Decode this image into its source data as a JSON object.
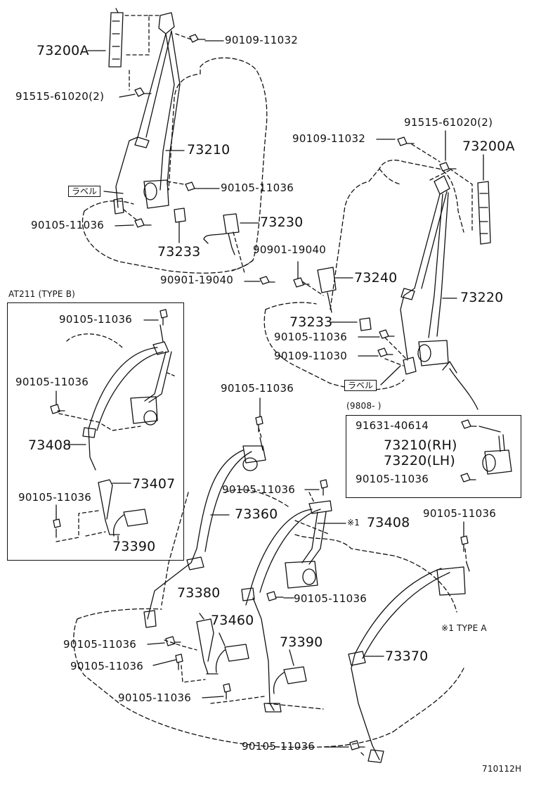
{
  "diagram": {
    "figure_code": "710112H",
    "note_type_a": "※1 TYPE A",
    "panel_b_title": "AT211 (TYPE B)",
    "panel_date": "(9808-    )",
    "label_tag": "ラベル",
    "top_left_seat": {
      "p_73200A": "73200A",
      "p_90109_11032": "90109-11032",
      "p_91515_61020_2": "91515-61020(2)",
      "p_73210": "73210",
      "p_90105_11036_a": "90105-11036",
      "p_90105_11036_b": "90105-11036",
      "p_73230": "73230",
      "p_73233": "73233",
      "p_90901_19040": "90901-19040"
    },
    "top_right_seat": {
      "p_91515_61020_2": "91515-61020(2)",
      "p_90109_11032": "90109-11032",
      "p_73200A": "73200A",
      "p_90901_19040": "90901-19040",
      "p_73240": "73240",
      "p_73220": "73220",
      "p_73233": "73233",
      "p_90105_11036": "90105-11036",
      "p_90109_11030": "90109-11030"
    },
    "detail_box": {
      "p_91631_40614": "91631-40614",
      "p_73210_rh": "73210(RH)",
      "p_73220_lh": "73220(LH)",
      "p_90105_11036": "90105-11036"
    },
    "type_b_panel": {
      "p_90105_11036_a": "90105-11036",
      "p_90105_11036_b": "90105-11036",
      "p_73408": "73408",
      "p_73407": "73407",
      "p_90105_11036_c": "90105-11036",
      "p_73390": "73390"
    },
    "rear_seat": {
      "p_90105_11036_top": "90105-11036",
      "p_90105_11036_mid": "90105-11036",
      "p_73360": "73360",
      "p_73408": "73408",
      "p_73408_mark": "※1",
      "p_90105_11036_right": "90105-11036",
      "p_73380": "73380",
      "p_90105_11036_center": "90105-11036",
      "p_73460": "73460",
      "p_73390": "73390",
      "p_73370": "73370",
      "p_90105_11036_l1": "90105-11036",
      "p_90105_11036_l2": "90105-11036",
      "p_90105_11036_l3": "90105-11036",
      "p_90105_11036_bottom": "90105-11036"
    }
  }
}
